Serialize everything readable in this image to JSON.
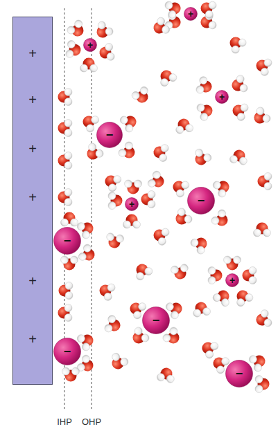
{
  "diagram": {
    "nodes": [
      {
        "text": [
          "+",
          "+",
          "+",
          "+",
          "+",
          "+"
        ]
      },
      {
        "text": [
          "+"
        ]
      },
      {
        "text": [
          "+"
        ]
      },
      {
        "text": [
          "+"
        ]
      },
      {
        "text": [
          "−"
        ]
      },
      {
        "text": [
          "−"
        ]
      },
      {
        "text": [
          "+"
        ]
      },
      {
        "text": [
          "−"
        ]
      },
      {
        "text": [
          "+"
        ]
      },
      {
        "text": [
          "−"
        ]
      },
      {
        "text": [
          "−"
        ]
      },
      {
        "text": [
          "−"
        ]
      }
    ],
    "labels": [
      "IHP",
      "OHP"
    ]
  }
}
